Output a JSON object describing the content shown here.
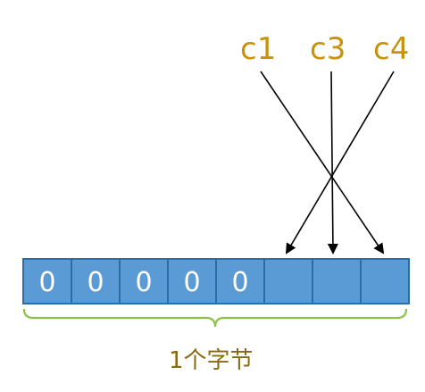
{
  "labels": {
    "c1": "c1",
    "c3": "c3",
    "c4": "c4"
  },
  "cells": [
    {
      "value": "0"
    },
    {
      "value": "0"
    },
    {
      "value": "0"
    },
    {
      "value": "0"
    },
    {
      "value": "0"
    },
    {
      "value": ""
    },
    {
      "value": ""
    },
    {
      "value": ""
    }
  ],
  "caption": "1个字节",
  "colors": {
    "cell_fill": "#5b9bd5",
    "cell_stroke": "#2e6da4",
    "label": "#c8930a",
    "arrow": "#000000",
    "brace": "#8bc34a",
    "caption": "#8a6a10"
  }
}
